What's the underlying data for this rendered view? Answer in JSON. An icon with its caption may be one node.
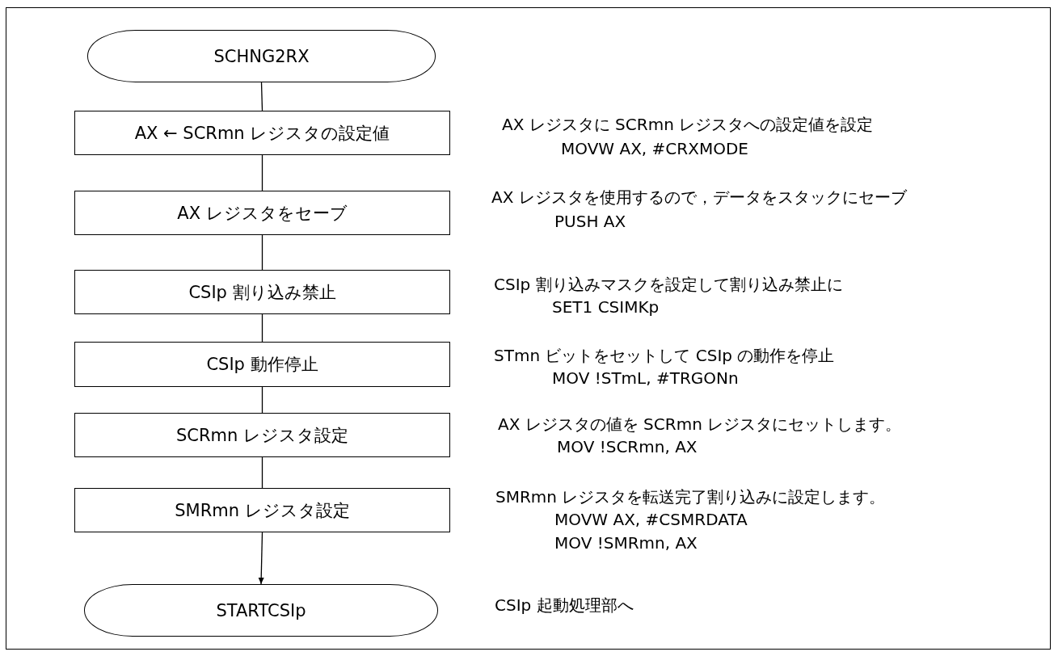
{
  "diagram": {
    "nodes": [
      {
        "text": [
          "SCHNG2RX"
        ]
      },
      {
        "text": [
          "AX ← SCRmn レジスタの設定値"
        ],
        "beside": [
          "AX レジスタに SCRmn レジスタへの設定値を設定",
          "MOVW AX, #CRXMODE"
        ]
      },
      {
        "text": [
          "AX レジスタをセーブ"
        ],
        "beside": [
          "AX レジスタを使用するので，データをスタックにセーブ",
          "PUSH AX"
        ]
      },
      {
        "text": [
          "CSIp 割り込み禁止"
        ],
        "beside": [
          "CSIp 割り込みマスクを設定して割り込み禁止に",
          "SET1 CSIMKp"
        ]
      },
      {
        "text": [
          "CSIp 動作停止"
        ],
        "beside": [
          "STmn ビットをセットして CSIp の動作を停止",
          "MOV !STmL, #TRGONn"
        ]
      },
      {
        "text": [
          "SCRmn レジスタ設定"
        ],
        "beside": [
          "AX レジスタの値を SCRmn レジスタにセットします。",
          "MOV !SCRmn, AX"
        ]
      },
      {
        "text": [
          "SMRmn レジスタ設定"
        ],
        "beside": [
          "SMRmn レジスタを転送完了割り込みに設定します。",
          "MOVW AX, #CSMRDATA",
          "MOV !SMRmn, AX"
        ]
      },
      {
        "text": [
          "STARTCSIp"
        ],
        "beside": [
          "CSIp 起動処理部へ"
        ]
      }
    ],
    "edges": [
      {
        "from": 0,
        "to": 1,
        "arrow": "none"
      },
      {
        "from": 1,
        "to": 2,
        "arrow": "none"
      },
      {
        "from": 2,
        "to": 3,
        "arrow": "none"
      },
      {
        "from": 3,
        "to": 4,
        "arrow": "none"
      },
      {
        "from": 4,
        "to": 5,
        "arrow": "none"
      },
      {
        "from": 5,
        "to": 6,
        "arrow": "none"
      },
      {
        "from": 6,
        "to": 7,
        "arrow": "to"
      }
    ]
  }
}
